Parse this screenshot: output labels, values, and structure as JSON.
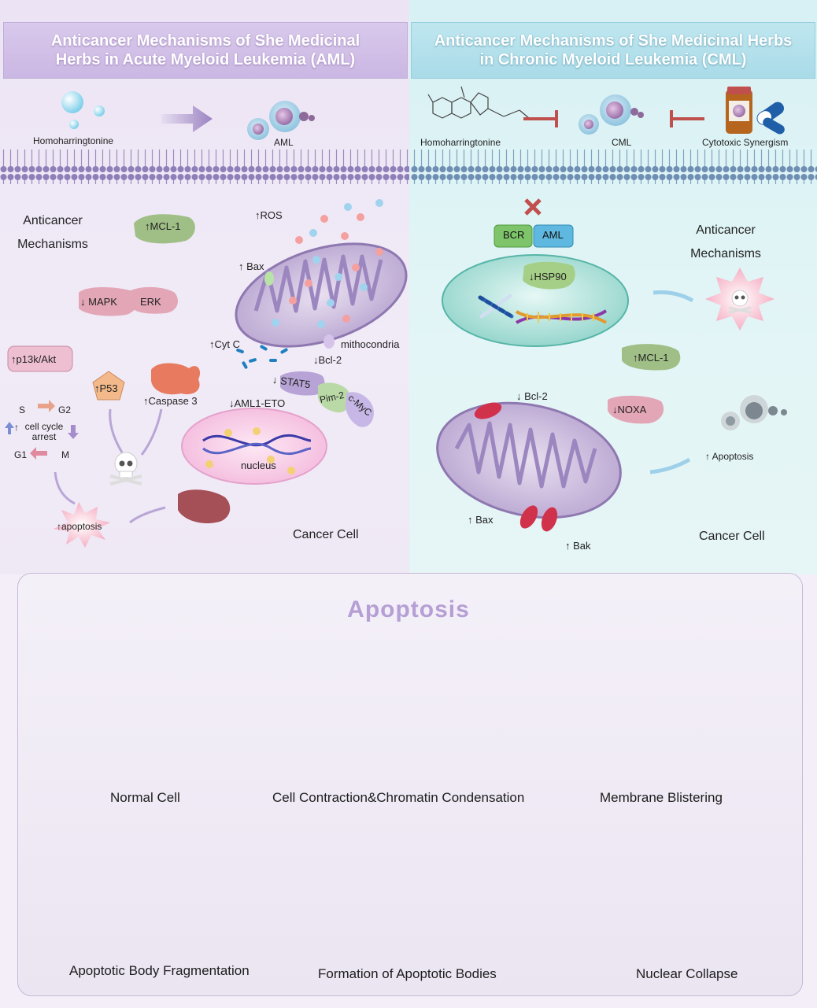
{
  "headers": {
    "left": "Anticancer Mechanisms of She Medicinal Herbs in Acute Myeloid Leukemia (AML)",
    "right": "Anticancer Mechanisms of She Medicinal Herbs in Chronic Myeloid Leukemia (CML)"
  },
  "aml": {
    "drug": "Homoharringtonine",
    "target": "AML",
    "mechanisms_title": "Anticancer Mechanisms",
    "mcl1": "↑MCL-1",
    "ros": "↑ROS",
    "bax": "↑  Bax",
    "mapk": "↓ MAPK",
    "erk": "ERK",
    "cytc": "↑Cyt C",
    "mitochondria": "mithocondria",
    "bcl2": "↓Bcl-2",
    "p13k": "↑p13k/Akt",
    "p53": "↑P53",
    "caspase": "↑Caspase 3",
    "stat5": "↓ STAT5",
    "pim2": "Pim-2",
    "cmyc": "c-MyC",
    "aml1eto": "↓AML1-ETO",
    "nucleus": "nucleus",
    "cycle": {
      "s": "S",
      "g2": "G2",
      "g1": "G1",
      "m": "M",
      "arrest": "cell cycle arrest",
      "arrest_arrow": "↑"
    },
    "apoptosis": "↑apoptosis",
    "cancer_cell": "Cancer Cell"
  },
  "cml": {
    "drug": "Homoharringtonine",
    "target": "CML",
    "synergy": "Cytotoxic Synergism",
    "bcr": "BCR",
    "aml": "AML",
    "hsp90": "↓HSP90",
    "mechanisms_title": "Anticancer Mechanisms",
    "mcl1": "↑MCL-1",
    "noxa": "↓NOXA",
    "bcl2": "↓ Bcl-2",
    "bax": "↑ Bax",
    "bak": "↑ Bak",
    "apoptosis": "↑ Apoptosis",
    "cancer_cell": "Cancer Cell"
  },
  "apoptosis": {
    "title": "Apoptosis",
    "stages": [
      "Normal Cell",
      "Cell Contraction&Chromatin Condensation",
      "Membrane Blistering",
      "Nuclear Collapse",
      "Formation of Apoptotic Bodies",
      "Apoptotic Body Fragmentation"
    ]
  },
  "colors": {
    "aml_panel": "#ece4f4",
    "cml_panel": "#d8f1f4",
    "membrane": "#8c7cb0",
    "cell_purple": "#c7b6e0",
    "inhibit": "#c0504d",
    "bcr_green": "#7dc46a",
    "aml_blue": "#5fb8e0"
  }
}
